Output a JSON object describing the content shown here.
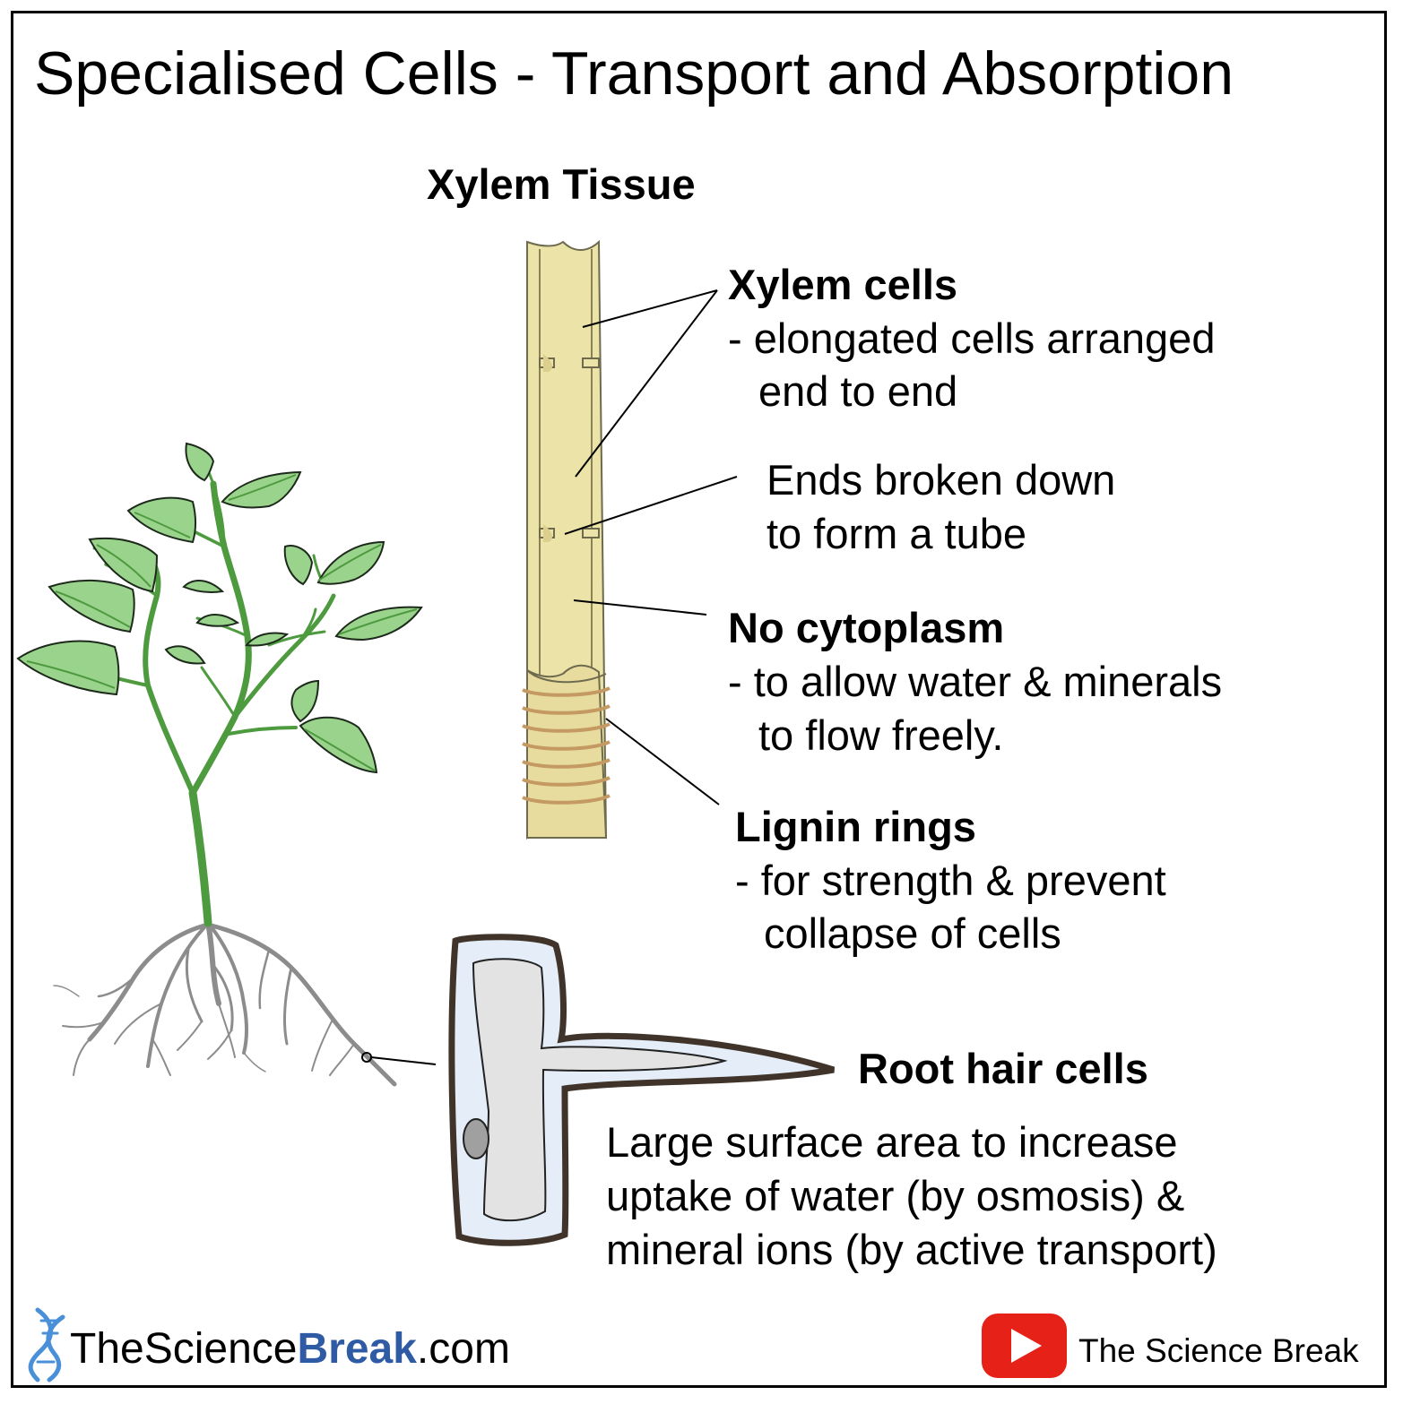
{
  "title": "Specialised Cells - Transport and Absorption",
  "xylem_section": {
    "title": "Xylem Tissue",
    "labels": {
      "xylem_cells": {
        "heading": "Xylem cells",
        "line1": "- elongated cells arranged",
        "line2": "end to end"
      },
      "ends_broken": {
        "line1": "Ends broken down",
        "line2": "to form a tube"
      },
      "no_cytoplasm": {
        "heading": "No cytoplasm",
        "line1": "- to allow water & minerals",
        "line2": "to flow freely."
      },
      "lignin_rings": {
        "heading": "Lignin rings",
        "line1": "- for strength & prevent",
        "line2": "collapse of cells"
      }
    }
  },
  "root_hair_section": {
    "heading": "Root hair cells",
    "line1": "Large surface area to increase",
    "line2": "uptake of water (by osmosis) &",
    "line3": "mineral ions (by active transport)"
  },
  "footer": {
    "brand_prefix": "TheScience",
    "brand_bold": "Break",
    "brand_suffix": ".com",
    "youtube_label": "The Science Break"
  },
  "colors": {
    "brand_blue": "#2f5ba4",
    "leaf_fill": "#9ad38c",
    "stem_green": "#4e9a3f",
    "xylem_fill": "#ece3a8",
    "lignin_ring": "#c59a62",
    "root_grey": "#8c8c8c",
    "root_hair_fill": "#e4edf8",
    "youtube_red": "#e62117"
  },
  "icons": [
    "dna-icon",
    "youtube-icon"
  ]
}
